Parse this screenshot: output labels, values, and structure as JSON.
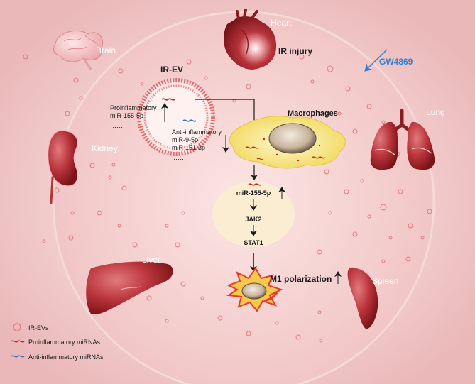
{
  "organs": {
    "heart": "Heart",
    "brain": "Brain",
    "lung": "Lung",
    "kidney": "Kidney",
    "liver": "Liver",
    "spleen": "Spleen"
  },
  "ir_injury": "IR injury",
  "inhibitor": "GW4869",
  "ev": {
    "title": "IR-EV",
    "pro_title": "Proinflammatory",
    "pro_mirna": "miR-155-5p",
    "pro_more": "……",
    "anti_title": "Anti-inflammatory",
    "anti_mirna_1": "miR-9-5p",
    "anti_mirna_2": "miR-151-3p",
    "anti_more": "……"
  },
  "macrophages": "Macrophages",
  "pathway": {
    "mirna": "miR-155-5p",
    "jak": "JAK2",
    "stat": "STAT1"
  },
  "m1": "M1 polarization",
  "legend": {
    "ev": "IR-EVs",
    "pro": "Proinflammatory miRNAs",
    "anti": "Anti-inflammatory miRNAs"
  },
  "colors": {
    "pro": "#c0262b",
    "anti": "#2b78c4",
    "inhibitor": "#2f7fc9"
  }
}
